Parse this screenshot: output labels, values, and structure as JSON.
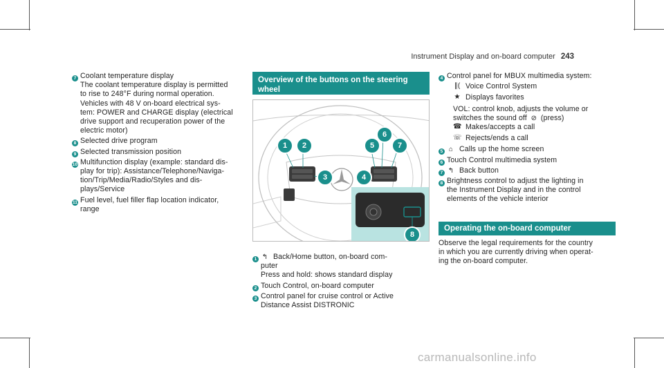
{
  "header": {
    "title": "Instrument Display and on-board computer",
    "page": "243"
  },
  "left_column": [
    {
      "num": "7",
      "lines": [
        "Coolant temperature display",
        "The coolant temperature display is permitted",
        "to rise to 248°F during normal operation.",
        "Vehicles with 48 V on-board electrical sys-",
        "tem: POWER and CHARGE display (electrical",
        "drive support and recuperation power of the",
        "electric motor)"
      ]
    },
    {
      "num": "8",
      "lines": [
        "Selected drive program"
      ]
    },
    {
      "num": "9",
      "lines": [
        "Selected transmission position"
      ]
    },
    {
      "num": "10",
      "lines": [
        "Multifunction display (example: standard dis-",
        "play for trip): Assistance/Telephone/Naviga-",
        "tion/Trip/Media/Radio/Styles and dis-",
        "plays/Service"
      ]
    },
    {
      "num": "11",
      "lines": [
        "Fuel level, fuel filler flap location indicator,",
        "range"
      ]
    }
  ],
  "middle_column": {
    "banner": "Overview of the buttons on the steering wheel",
    "callouts": [
      "1",
      "2",
      "3",
      "4",
      "5",
      "6",
      "7",
      "8"
    ],
    "items": [
      {
        "num": "1",
        "icon": "back-home-icon",
        "glyph": "↰",
        "lines": [
          "Back/Home button, on-board com-",
          "puter",
          "Press and hold: shows standard display"
        ]
      },
      {
        "num": "2",
        "lines": [
          "Touch Control, on-board computer"
        ]
      },
      {
        "num": "3",
        "lines": [
          "Control panel for cruise control or Active",
          "Distance Assist DISTRONIC"
        ]
      }
    ]
  },
  "right_column": {
    "item4": {
      "num": "4",
      "title": "Control panel for MBUX multimedia system:"
    },
    "sub_items": [
      {
        "icon": "voice-control-icon",
        "glyph": "∥(",
        "text": "Voice Control System"
      },
      {
        "icon": "star-icon",
        "glyph": "★",
        "text": "Displays favorites"
      },
      {
        "text": "VOL: control knob, adjusts the volume or",
        "text2": "switches the sound off",
        "glyph": "⊘",
        "text3": "(press)"
      },
      {
        "icon": "phone-accept-icon",
        "glyph": "☎",
        "text": "Makes/accepts a call"
      },
      {
        "icon": "phone-end-icon",
        "glyph": "☏",
        "text": "Rejects/ends a call"
      }
    ],
    "items": [
      {
        "num": "5",
        "icon": "home-icon",
        "glyph": "⌂",
        "lines": [
          "Calls up the home screen"
        ]
      },
      {
        "num": "6",
        "lines": [
          "Touch Control multimedia system"
        ]
      },
      {
        "num": "7",
        "icon": "back-arrow-icon",
        "glyph": "↰",
        "lines": [
          "Back button"
        ]
      },
      {
        "num": "8",
        "lines": [
          "Brightness control to adjust the lighting in",
          "the Instrument Display and in the control",
          "elements of the vehicle interior"
        ]
      }
    ],
    "banner": "Operating the on-board computer",
    "paragraph": [
      "Observe the legal requirements for the country",
      "in which you are currently driving when operat-",
      "ing the on-board computer."
    ]
  },
  "watermark": "carmanualsonline.info",
  "colors": {
    "accent": "#1a8f8c",
    "inset_bg": "#b9e3e1"
  }
}
